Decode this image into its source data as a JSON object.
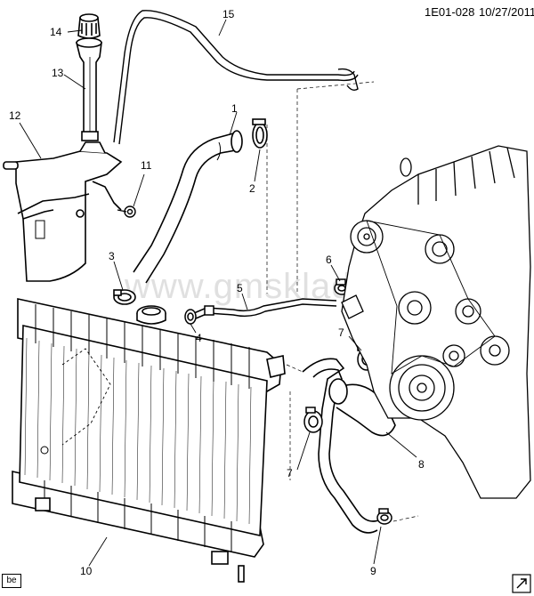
{
  "header": {
    "figure_id": "1E01-028",
    "date": "10/27/2011"
  },
  "watermark": "www.gmsklad.ru",
  "footer": {
    "tag": "be"
  },
  "callouts": [
    "1",
    "2",
    "3",
    "4",
    "5",
    "6",
    "7",
    "7",
    "8",
    "9",
    "10",
    "11",
    "12",
    "13",
    "14",
    "15"
  ],
  "icons": {
    "corner": "arrow-box-icon"
  }
}
